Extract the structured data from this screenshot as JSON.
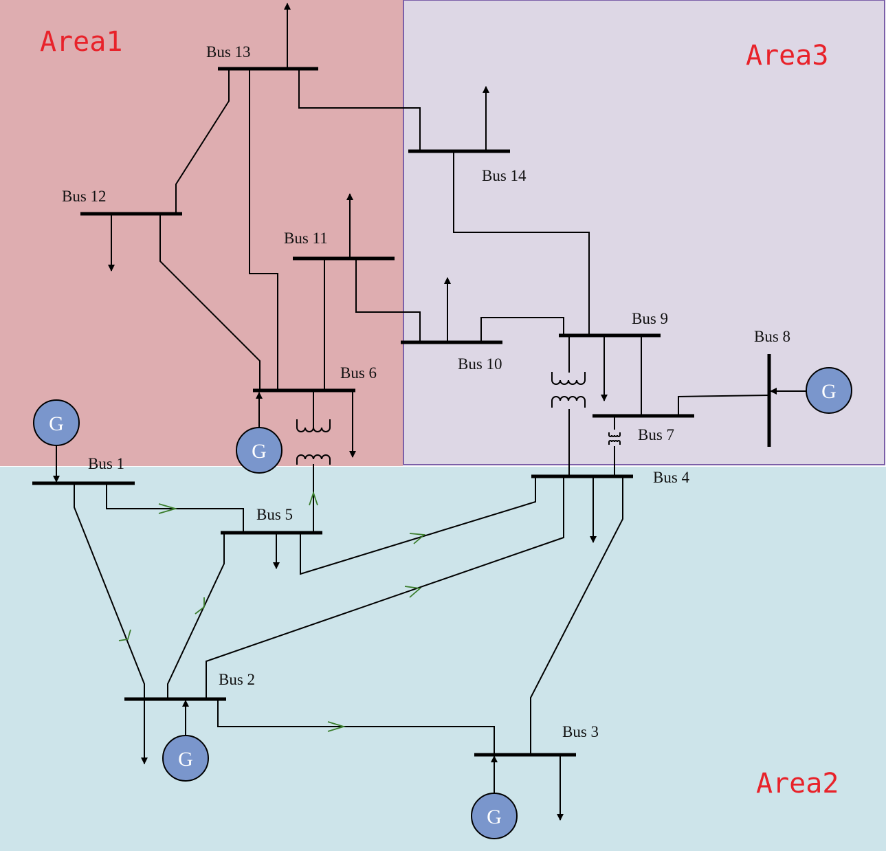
{
  "areas": {
    "area1": {
      "label": "Area1",
      "fill": "#deadb0"
    },
    "area2": {
      "label": "Area2",
      "fill": "#cde4ea"
    },
    "area3": {
      "label": "Area3",
      "fill": "#ddd7e5",
      "border": "#7b5fa8"
    },
    "label_color": "#e8222a"
  },
  "buses": {
    "bus1": "Bus 1",
    "bus2": "Bus 2",
    "bus3": "Bus 3",
    "bus4": "Bus 4",
    "bus5": "Bus 5",
    "bus6": "Bus 6",
    "bus7": "Bus 7",
    "bus8": "Bus 8",
    "bus9": "Bus 9",
    "bus10": "Bus 10",
    "bus11": "Bus 11",
    "bus12": "Bus 12",
    "bus13": "Bus 13",
    "bus14": "Bus 14"
  },
  "generator_symbol": "G",
  "colors": {
    "generator": "#7a96cc",
    "flow_arrow": "#3a7d2c"
  }
}
